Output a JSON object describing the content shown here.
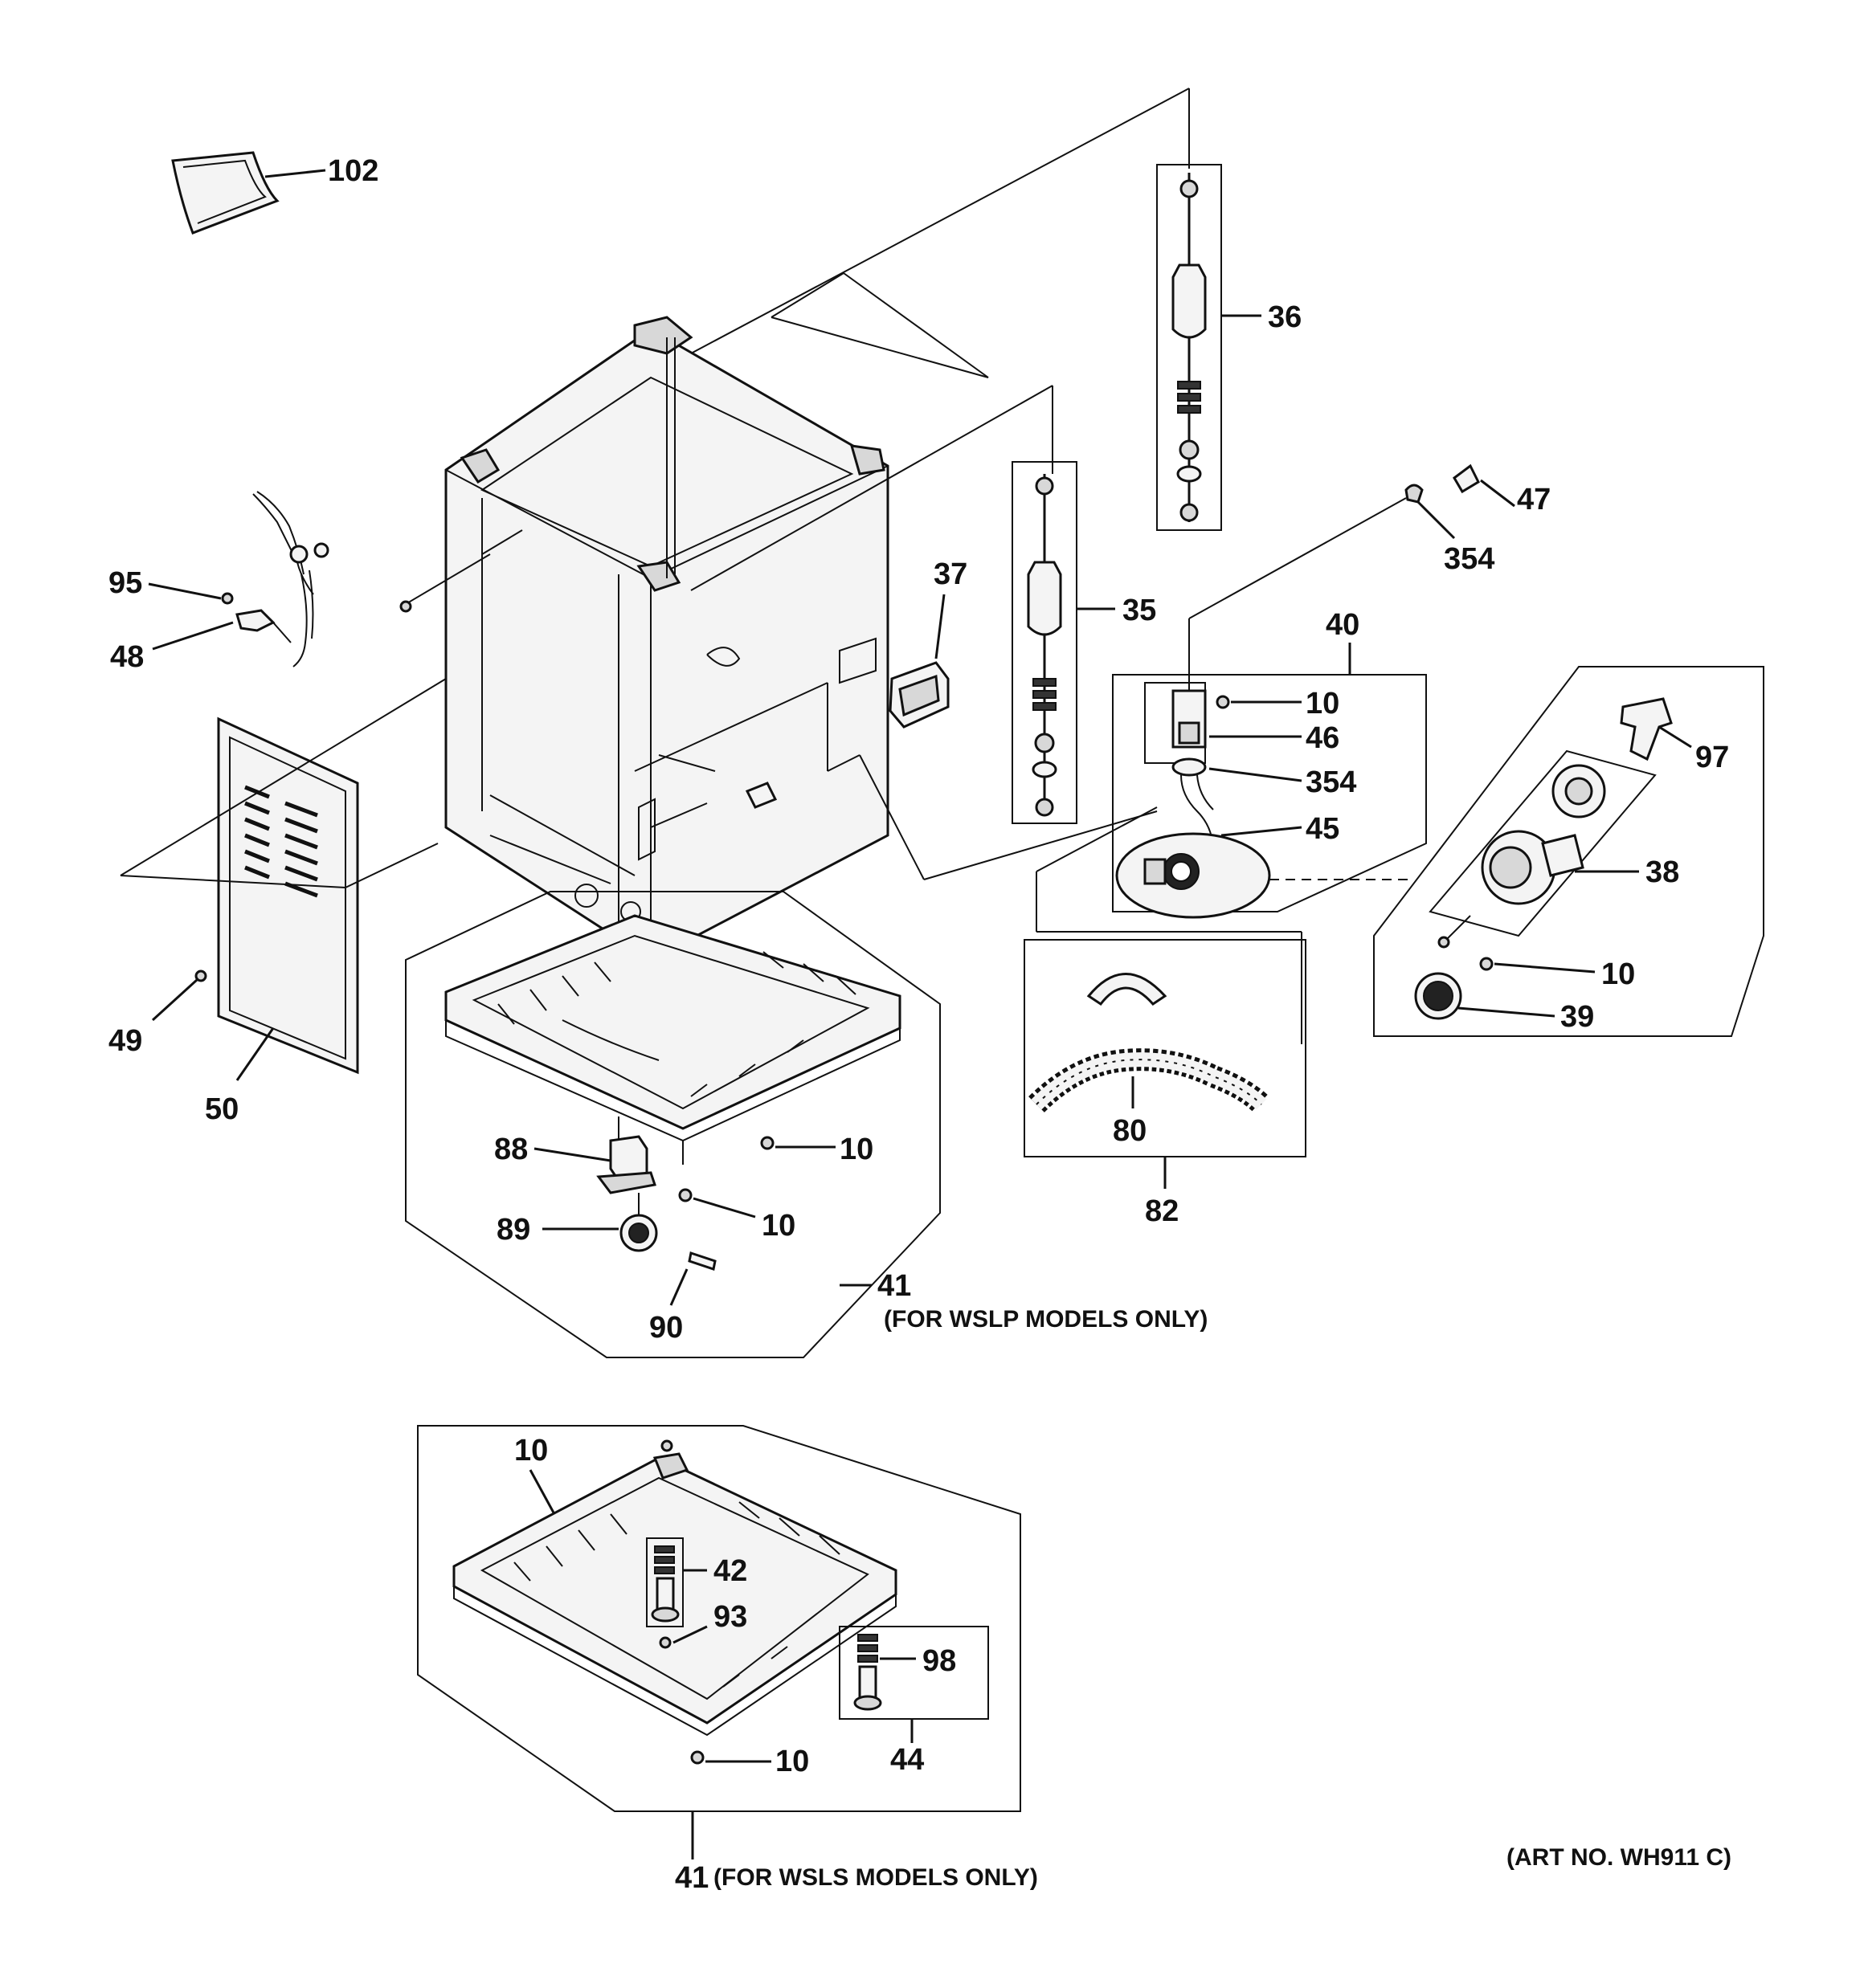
{
  "callouts": {
    "c102": "102",
    "c95": "95",
    "c48": "48",
    "c49": "49",
    "c50": "50",
    "c36": "36",
    "c35": "35",
    "c37": "37",
    "c47": "47",
    "c354a": "354",
    "c40": "40",
    "c10a": "10",
    "c46": "46",
    "c354b": "354",
    "c45": "45",
    "c97": "97",
    "c38": "38",
    "c10b": "10",
    "c39": "39",
    "c80": "80",
    "c82": "82",
    "c88": "88",
    "c10c": "10",
    "c10d": "10",
    "c89": "89",
    "c90": "90",
    "c41a": "41",
    "c10e": "10",
    "c42": "42",
    "c93": "93",
    "c98": "98",
    "c44": "44",
    "c10f": "10",
    "c41b": "41"
  },
  "notes": {
    "wslp": "(FOR WSLP MODELS ONLY)",
    "wsls": "(FOR WSLS MODELS ONLY)",
    "art_no": "(ART NO. WH911 C)"
  }
}
